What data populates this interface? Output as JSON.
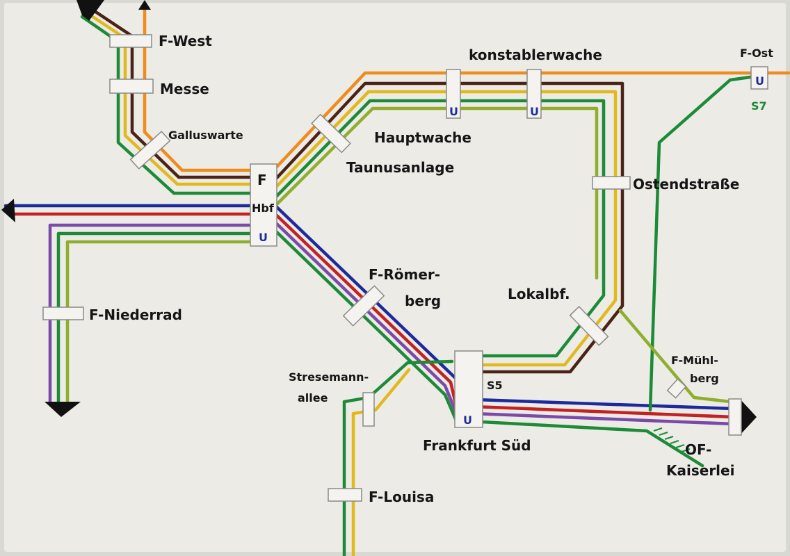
{
  "colors": {
    "orange": "#ef8c1c",
    "brown": "#4a2216",
    "yellow": "#e2b91c",
    "green": "#1d8a38",
    "lime": "#8fae2e",
    "blue": "#1c2a9c",
    "red": "#c32222",
    "purple": "#7a4aa8",
    "ubahn": "#1f2f9a"
  },
  "stations": {
    "f_west": "F-West",
    "messe": "Messe",
    "galluswarte": "Galluswarte",
    "hbf_line1": "F",
    "hbf_line2": "Hbf",
    "hbf_u": "U",
    "taunusanlage": "Taunusanlage",
    "hauptwache": "Hauptwache",
    "hauptwache_u": "U",
    "konstablerwache": "konstablerwache",
    "konstablerwache_u": "U",
    "f_ost": "F-Ost",
    "f_ost_u": "U",
    "f_ost_line": "S7",
    "ostendstrasse": "Ostendstraße",
    "lokalbf": "Lokalbf.",
    "roemerberg_line1": "F-Römer-",
    "roemerberg_line2": "berg",
    "niederrad": "F-Niederrad",
    "stresemann_line1": "Stresemann-",
    "stresemann_line2": "allee",
    "louisa": "F-Louisa",
    "sued": "Frankfurt Süd",
    "sued_u": "U",
    "sued_line": "S5",
    "muehlberg_line1": "F-Mühl-",
    "muehlberg_line2": "berg",
    "kaiserlei_line1": "OF-",
    "kaiserlei_line2": "Kaiserlei"
  }
}
